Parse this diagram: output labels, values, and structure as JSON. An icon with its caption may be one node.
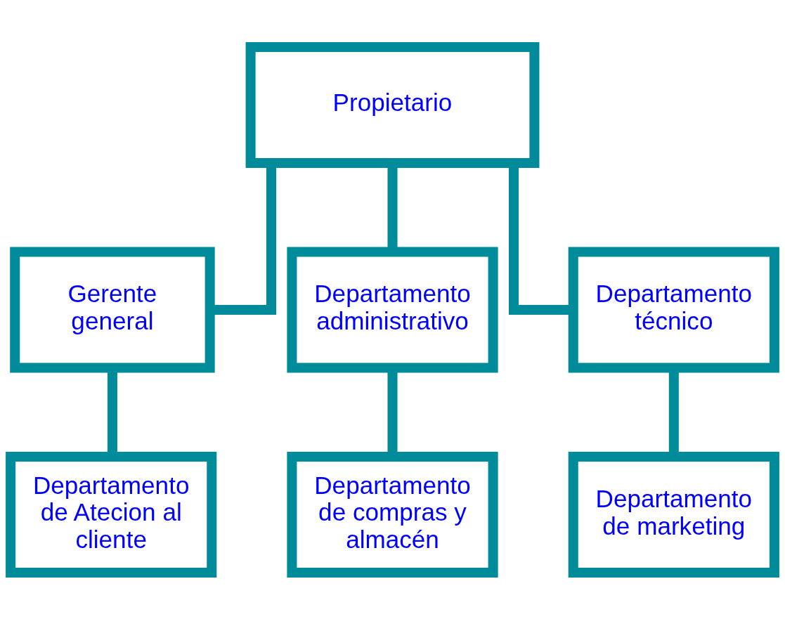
{
  "diagram": {
    "nodes": [
      {
        "text": [
          "Propietario"
        ]
      },
      {
        "text": [
          "Gerente general"
        ]
      },
      {
        "text": [
          "Departamento administrativo"
        ]
      },
      {
        "text": [
          "Departamento técnico"
        ]
      },
      {
        "text": [
          "Departamento de Atecion al cliente"
        ]
      },
      {
        "text": [
          "Departamento de compras y almacén"
        ]
      },
      {
        "text": [
          "Departamento de marketing"
        ]
      }
    ],
    "edges": [
      {
        "from": 0,
        "to": 1,
        "arrow": "none"
      },
      {
        "from": 0,
        "to": 2,
        "arrow": "none"
      },
      {
        "from": 0,
        "to": 3,
        "arrow": "none"
      },
      {
        "from": 1,
        "to": 4,
        "arrow": "none"
      },
      {
        "from": 2,
        "to": 5,
        "arrow": "none"
      },
      {
        "from": 3,
        "to": 6,
        "arrow": "none"
      }
    ]
  }
}
